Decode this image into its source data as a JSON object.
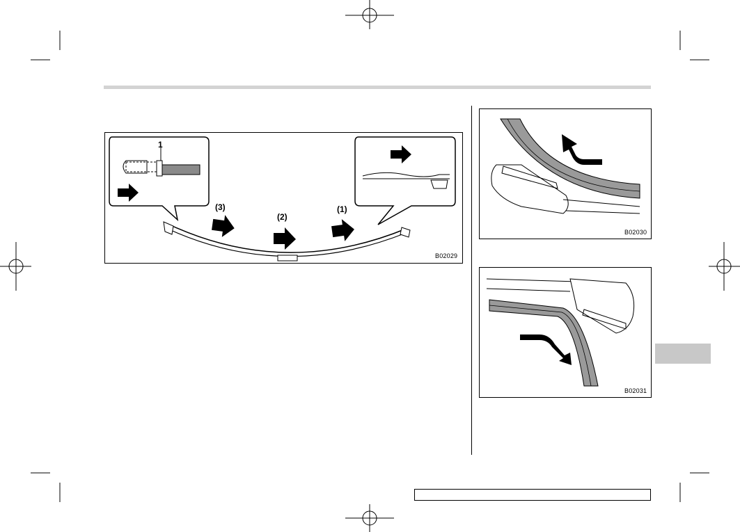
{
  "page": {
    "figures": [
      {
        "id": "figure-wiper-blade",
        "code": "B02029",
        "callouts": {
          "number_1": "1",
          "step_1": "(1)",
          "step_2": "(2)",
          "step_3": "(3)"
        }
      },
      {
        "id": "figure-remove-rubber",
        "code": "B02030"
      },
      {
        "id": "figure-insert-rubber",
        "code": "B02031"
      }
    ],
    "section_tab": {
      "label": ""
    },
    "footer_box": {
      "text": ""
    }
  },
  "colors": {
    "header_rule": "#d3d3d3",
    "side_tab": "#c8c8c8",
    "wiper_rubber": "#9a9a9a",
    "ink": "#000000"
  },
  "icons": [
    "arrow-right-icon",
    "arrow-curved-up-icon",
    "arrow-curved-left-icon",
    "registration-mark-icon",
    "crop-mark-icon"
  ]
}
